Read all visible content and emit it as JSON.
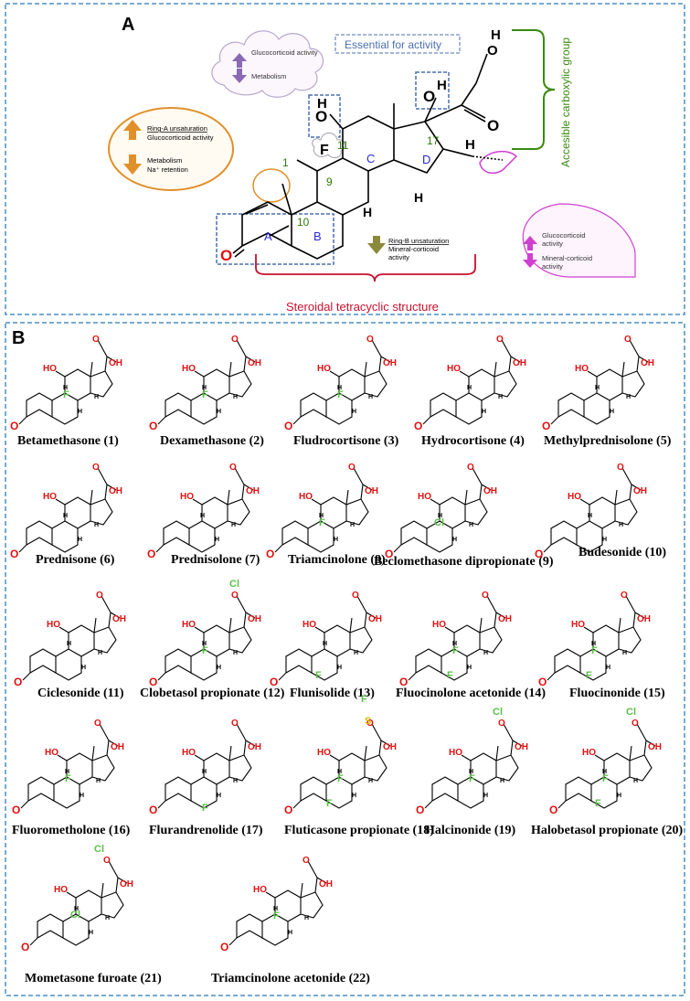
{
  "panel_a": {
    "label": "A",
    "essential": "Essential for activity",
    "carboxylic": "Accesible carboxylic group",
    "tetracyclic": "Steroidal tetracyclic structure",
    "cloud_top": [
      "Glucocorticoid activity",
      "Metabolism"
    ],
    "ringA_box": {
      "title": "Ring-A unsaturation",
      "line1": "Glucocorticoid activity",
      "line2": "Metabolism",
      "line3": "Na⁺ retention"
    },
    "ringB_box": {
      "title": "Ring-B unsaturation",
      "line1": "Mineral-corticoid",
      "line2": "activity"
    },
    "drop": {
      "line1": "Glucocorticoid",
      "line2": "activity",
      "line3": "Mineral-corticoid",
      "line4": "activity"
    },
    "rings": [
      "A",
      "B",
      "C",
      "D"
    ],
    "positions": [
      "1",
      "9",
      "10",
      "11",
      "17"
    ],
    "atoms": {
      "oxygen": "O",
      "hydrogen": "H",
      "fluorine": "F"
    }
  },
  "panel_b": {
    "label": "B",
    "compounds": [
      "Betamethasone (1)",
      "Dexamethasone (2)",
      "Fludrocortisone (3)",
      "Hydrocortisone (4)",
      "Methylprednisolone (5)",
      "Prednisone (6)",
      "Prednisolone (7)",
      "Triamcinolone (8)",
      "Beclomethasone dipropionate (9)",
      "Budesonide (10)",
      "Ciclesonide (11)",
      "Clobetasol propionate (12)",
      "Flunisolide (13)",
      "Fluocinolone acetonide (14)",
      "Fluocinonide (15)",
      "Fluorometholone (16)",
      "Flurandrenolide (17)",
      "Fluticasone propionate (18)",
      "Halcinonide (19)",
      "Halobetasol propionate (20)",
      "Mometasone furoate (21)",
      "Triamcinolone acetonide (22)"
    ]
  },
  "colors": {
    "border": "#4a8fc4",
    "oxygen": "#e01010",
    "halogen": "#5cbf4a",
    "sulfur": "#d4c000",
    "ring_label": "#2a2ad8",
    "position_label": "#2f7a0a",
    "bracket_red": "#c8102e",
    "bracket_green": "#3a8a10",
    "dashed_box": "#4a6fb0",
    "orange": "#e0902a",
    "purple": "#8a6ab5",
    "magenta": "#d040d0",
    "olive": "#8a8a3a"
  }
}
